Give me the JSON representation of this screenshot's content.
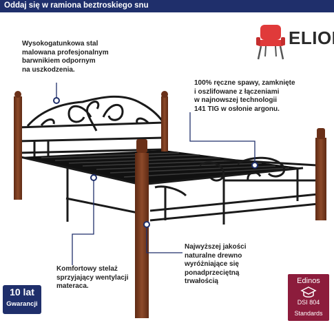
{
  "header": {
    "title": "Oddaj się w ramiona beztroskiego snu"
  },
  "brand": {
    "name": "ELIOR",
    "logo_icon": "chair-icon",
    "logo_color": "#e03a3a"
  },
  "callouts": {
    "steel": [
      "Wysokogatunkowa stal",
      "malowana profesjonalnym",
      "barwnikiem odpornym",
      "na uszkodzenia."
    ],
    "welds": [
      "100% ręczne spawy, zamknięte",
      "i oszlifowane z łączeniami",
      "w najnowszej technologii",
      "141 TIG w osłonie argonu."
    ],
    "slats": [
      "Komfortowy stelaż",
      "sprzyjający wentylacji",
      "materaca."
    ],
    "wood": [
      "Najwyższej jakości",
      "naturalne drewno",
      "wyróżniające się",
      "ponadprzeciętną",
      "trwałością"
    ]
  },
  "warranty": {
    "years": "10 lat",
    "label": "Gwarancji"
  },
  "certificate": {
    "title": "Edinos",
    "code": "DSI 804",
    "label": "Standards"
  },
  "colors": {
    "navy": "#1f2f6b",
    "wood": "#7a3b20",
    "metal": "#1a1a1a",
    "cert": "#8c1c3c"
  }
}
